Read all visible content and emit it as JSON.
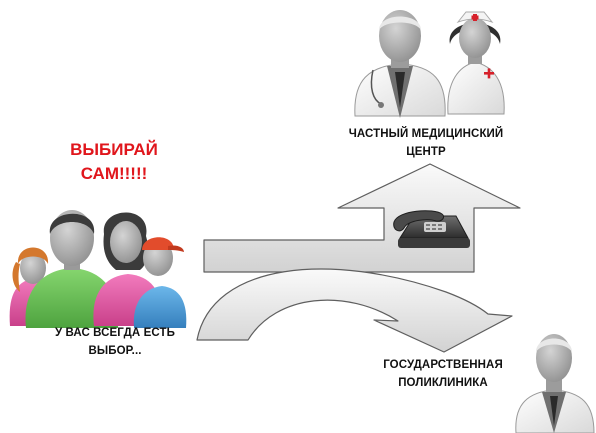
{
  "headline": {
    "line1": "ВЫБИРАЙ",
    "line2": "САМ!!!!!"
  },
  "family_caption": {
    "line1": "У ВАС ВСЕГДА ЕСТЬ",
    "line2": "ВЫБОР..."
  },
  "private_caption": {
    "line1": "ЧАСТНЫЙ МЕДИЦИНСКИЙ",
    "line2": "ЦЕНТР"
  },
  "public_caption": {
    "line1": "ГОСУДАРСТВЕННАЯ",
    "line2": "ПОЛИКЛИНИКА"
  },
  "icons": [
    "family-group-icon",
    "doctor-icon",
    "nurse-icon",
    "telephone-icon"
  ],
  "colors": {
    "headline": "#e0161c",
    "arrow_fill": "#e2e2e2",
    "arrow_stroke": "#5f5f5f",
    "shirt_green": "#69c058",
    "shirt_pink": "#e25aa3",
    "shirt_blue": "#4b9ed8",
    "cap_red": "#e24c2c",
    "hair_dark": "#3b3b3b",
    "hair_orange": "#d4782d",
    "skin": "#a8a8a8",
    "coat": "#f4f4f4",
    "red_cross": "#d6202a"
  }
}
